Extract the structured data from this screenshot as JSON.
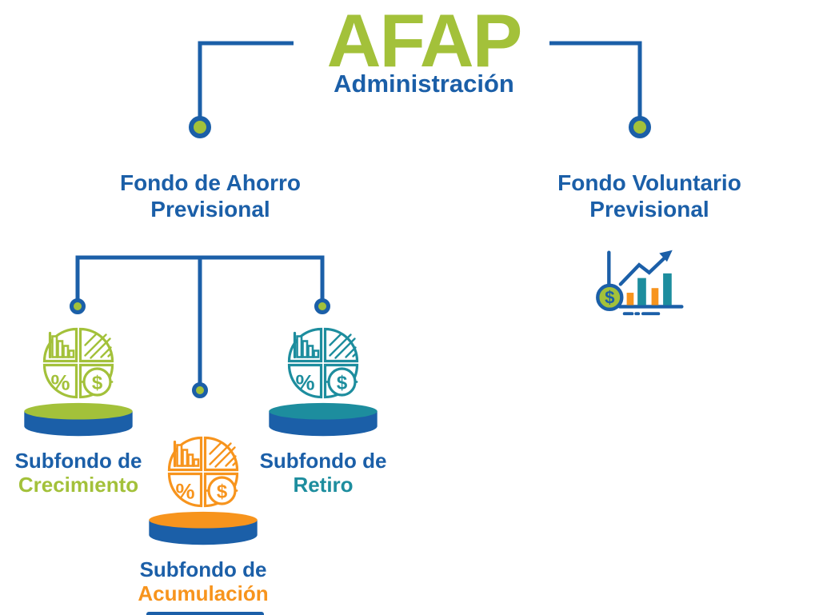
{
  "header": {
    "title": "AFAP",
    "subtitle": "Administración"
  },
  "colors": {
    "blue": "#1b5fa8",
    "green": "#a3c13a",
    "orange": "#f7941d",
    "teal": "#1d8d9e"
  },
  "tree": {
    "left_branch": {
      "line1": "Fondo de Ahorro",
      "line2": "Previsional"
    },
    "right_branch": {
      "line1": "Fondo Voluntario",
      "line2": "Previsional"
    },
    "subfunds": [
      {
        "line1": "Subfondo de",
        "line2": "Crecimiento",
        "accent": "#a3c13a"
      },
      {
        "line1": "Subfondo de",
        "line2": "Acumulación",
        "accent": "#f7941d"
      },
      {
        "line1": "Subfondo de",
        "line2": "Retiro",
        "accent": "#1d8d9e"
      }
    ]
  },
  "icons": {
    "pie_chart": {
      "name": "investment-pie-chart-icon",
      "percent_glyph": "%",
      "dollar_glyph": "$"
    },
    "money_growth": {
      "name": "money-growth-chart-icon",
      "dollar_glyph": "$"
    }
  }
}
